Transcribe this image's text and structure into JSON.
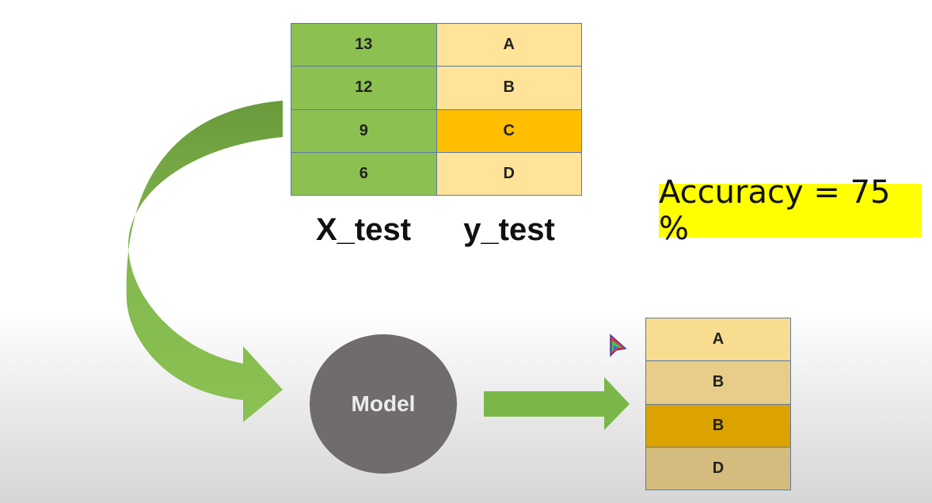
{
  "test_table": {
    "rows": [
      {
        "x": "13",
        "y": "A",
        "highlight": false
      },
      {
        "x": "12",
        "y": "B",
        "highlight": false
      },
      {
        "x": "9",
        "y": "C",
        "highlight": true
      },
      {
        "x": "6",
        "y": "D",
        "highlight": false
      }
    ],
    "x_label": "X_test",
    "y_label": "y_test"
  },
  "accuracy_text": "Accuracy = 75 %",
  "model_label": "Model",
  "predictions": [
    "A",
    "B",
    "B",
    "D"
  ],
  "colors": {
    "x_fill": "#8cc152",
    "y_fill": "#ffe399",
    "y_highlight": "#ffbf00",
    "arrow_green": "#7ab648",
    "accuracy_bg": "#ffff00",
    "model_fill": "#6f6c6b"
  },
  "icons": [
    "flow-arrow-icon",
    "right-arrow-icon",
    "cursor-icon"
  ]
}
